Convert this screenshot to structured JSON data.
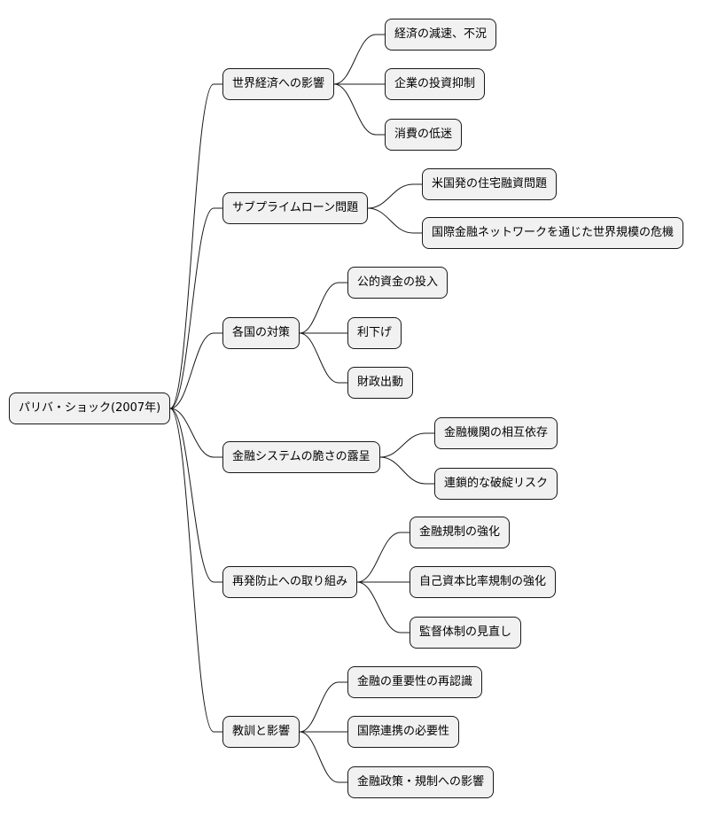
{
  "root": {
    "label": "パリバ・ショック(2007年)"
  },
  "branches": [
    {
      "label": "世界経済への影響",
      "children": [
        "経済の減速、不況",
        "企業の投資抑制",
        "消費の低迷"
      ]
    },
    {
      "label": "サブプライムローン問題",
      "children": [
        "米国発の住宅融資問題",
        "国際金融ネットワークを通じた世界規模の危機"
      ]
    },
    {
      "label": "各国の対策",
      "children": [
        "公的資金の投入",
        "利下げ",
        "財政出動"
      ]
    },
    {
      "label": "金融システムの脆さの露呈",
      "children": [
        "金融機関の相互依存",
        "連鎖的な破綻リスク"
      ]
    },
    {
      "label": "再発防止への取り組み",
      "children": [
        "金融規制の強化",
        "自己資本比率規制の強化",
        "監督体制の見直し"
      ]
    },
    {
      "label": "教訓と影響",
      "children": [
        "金融の重要性の再認識",
        "国際連携の必要性",
        "金融政策・規制への影響"
      ]
    }
  ],
  "colors": {
    "node_fill": "#f1f1f1",
    "border": "#181818",
    "line": "#181818"
  }
}
